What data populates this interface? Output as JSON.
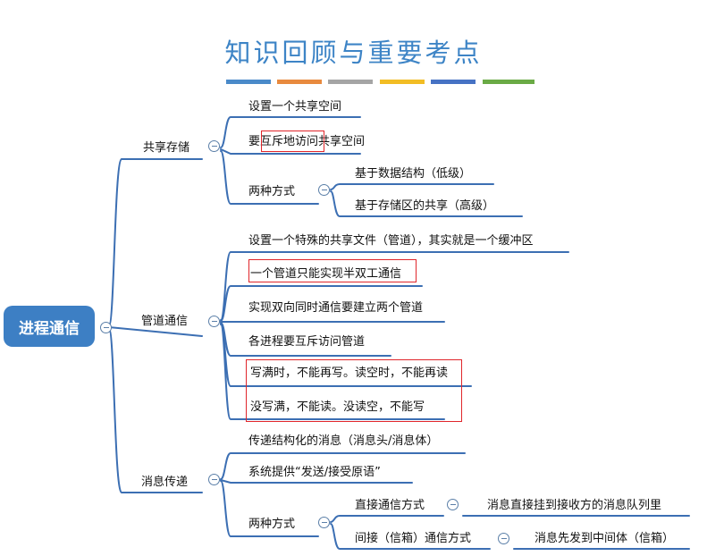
{
  "title": "知识回顾与重要考点",
  "root": "进程通信",
  "colors": {
    "title": "#3d84c6",
    "root_fill": "#3d7fc4",
    "line": "#3c6fb3",
    "highlight": "#e0262b",
    "title_bars": [
      "#4a8ac9",
      "#e88a3e",
      "#a5a5a5",
      "#f2bd24",
      "#4672c4",
      "#6aaa45"
    ]
  },
  "branches": {
    "shared": {
      "label": "共享存储",
      "items": [
        "设置一个共享空间",
        "要互斥地访问共享空间"
      ],
      "two_ways": "两种方式",
      "ways": [
        "基于数据结构（低级）",
        "基于存储区的共享（高级）"
      ]
    },
    "pipe": {
      "label": "管道通信",
      "items": [
        "设置一个特殊的共享文件（管道），其实就是一个缓冲区",
        "一个管道只能实现半双工通信",
        "实现双向同时通信要建立两个管道",
        "各进程要互斥访问管道",
        "写满时，不能再写。读空时，不能再读",
        "没写满，不能读。没读空，不能写"
      ]
    },
    "msg": {
      "label": "消息传递",
      "items": [
        "传递结构化的消息（消息头/消息体）",
        "系统提供“发送/接受原语”"
      ],
      "two_ways": "两种方式",
      "direct": "直接通信方式",
      "direct_desc": "消息直接挂到接收方的消息队列里",
      "indirect": "间接（信箱）通信方式",
      "indirect_desc": "消息先发到中间体（信箱）"
    }
  }
}
